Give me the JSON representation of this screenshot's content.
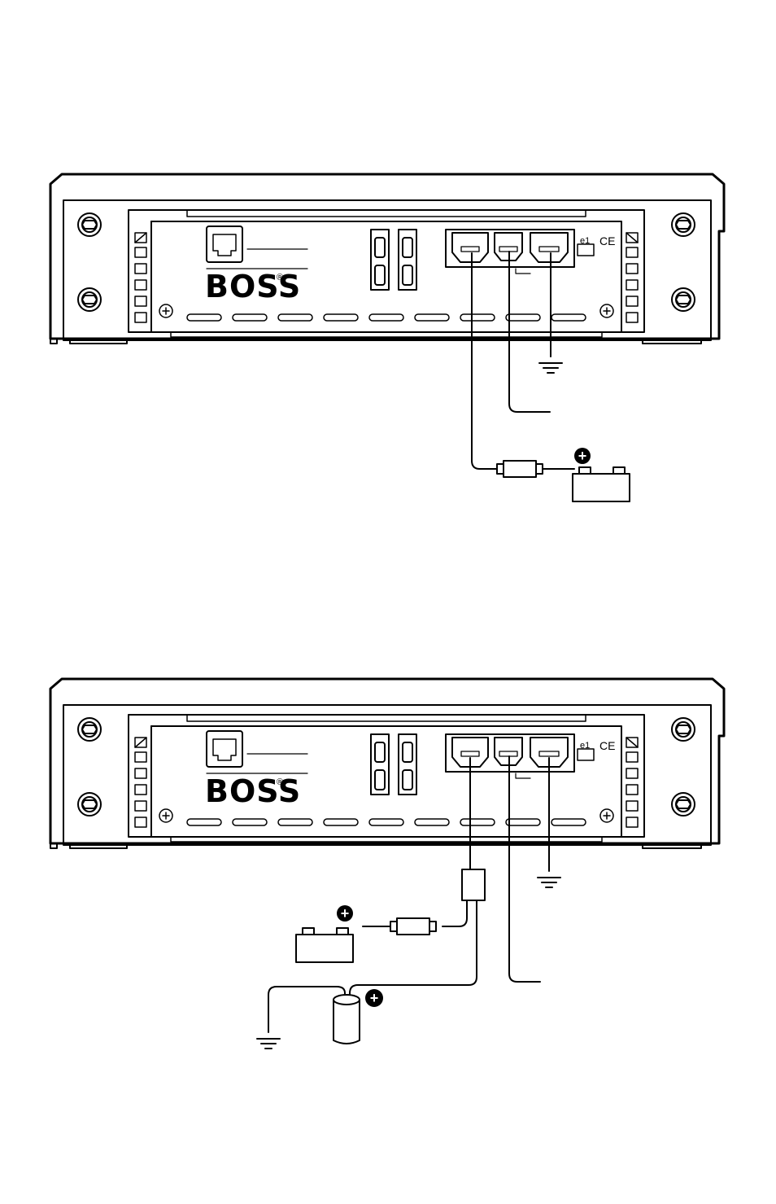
{
  "diagrams": [
    {
      "id": "top",
      "brand": "BOSS",
      "registered_mark": "®",
      "emark_label": "e1",
      "ce_label": "CE",
      "plus_symbol": "+"
    },
    {
      "id": "bottom",
      "brand": "BOSS",
      "registered_mark": "®",
      "emark_label": "e1",
      "ce_label": "CE",
      "plus_symbol": "+"
    }
  ],
  "colors": {
    "ink": "#000000",
    "paper": "#ffffff"
  }
}
